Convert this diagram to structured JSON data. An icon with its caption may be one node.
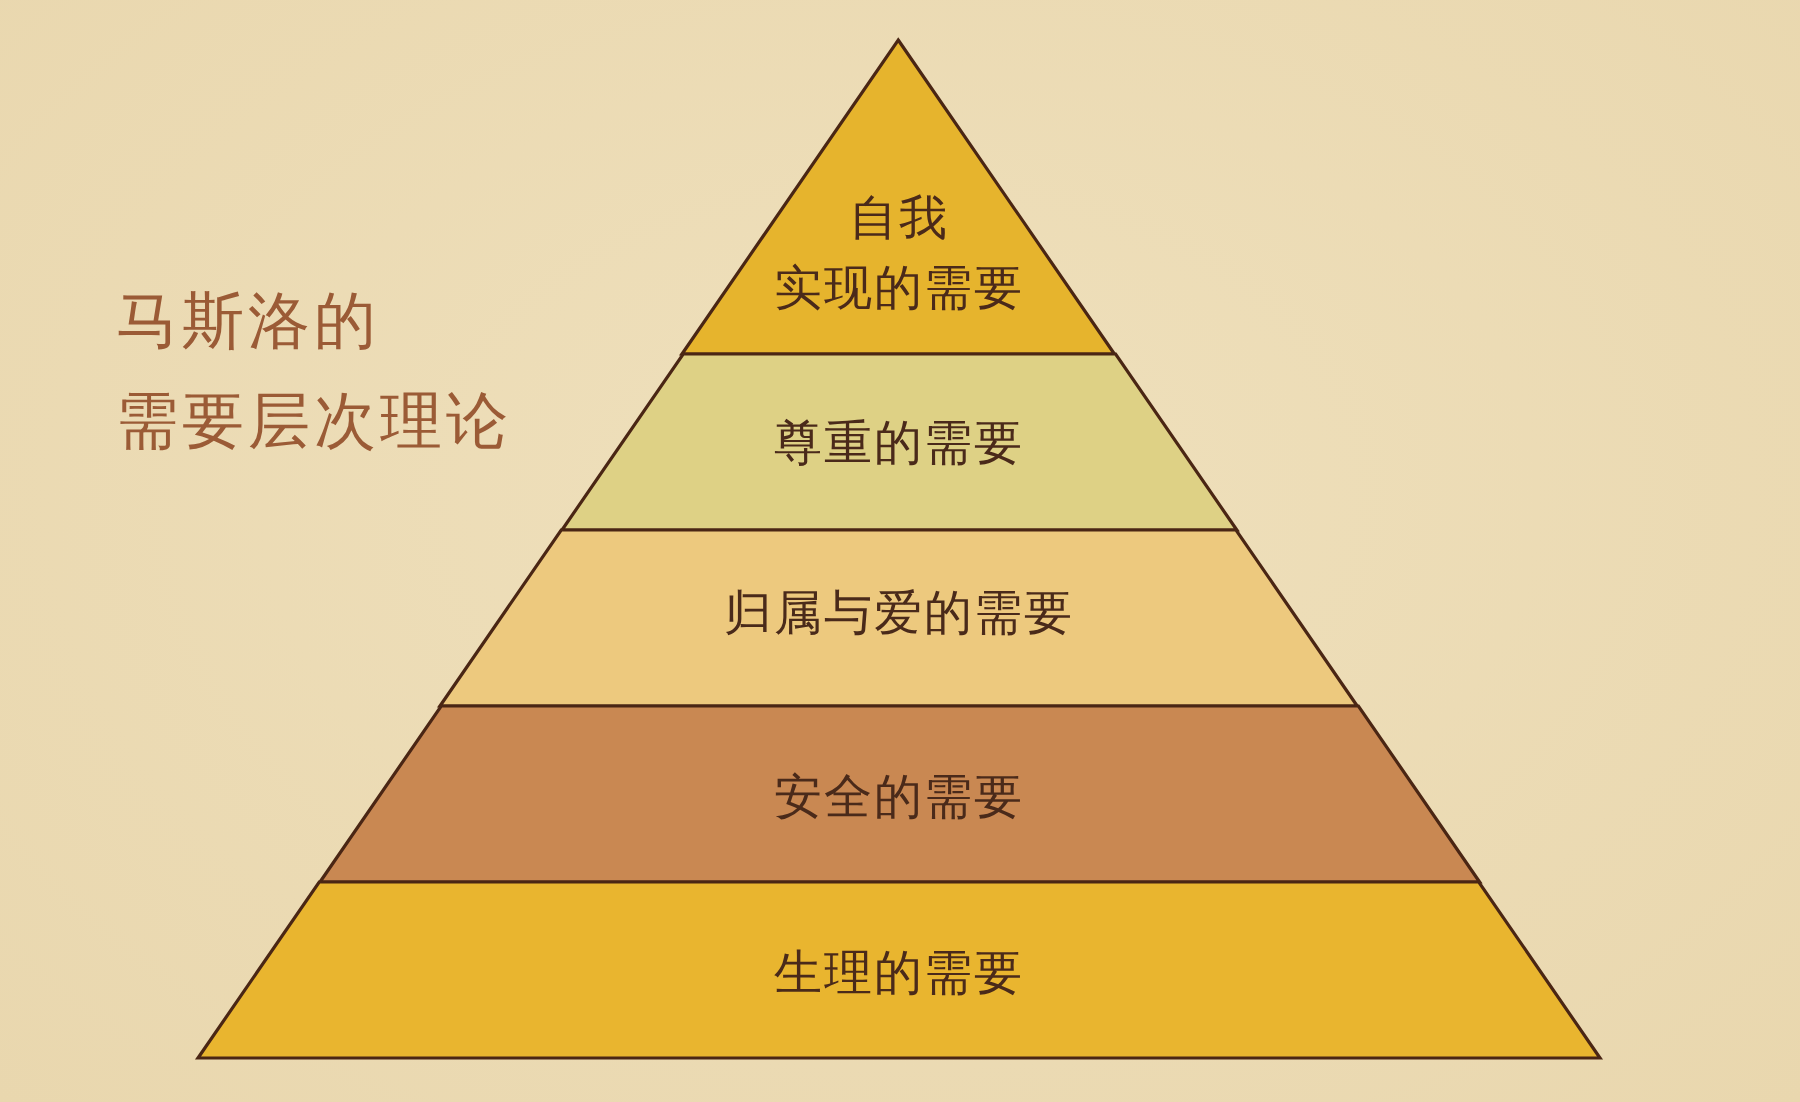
{
  "diagram": {
    "title": "马斯洛的需要层次理论",
    "nodes": [
      {
        "text": [
          "自我实现的需要"
        ]
      },
      {
        "text": [
          "尊重的需要"
        ]
      },
      {
        "text": [
          "归属与爱的需要"
        ]
      },
      {
        "text": [
          "安全的需要"
        ]
      },
      {
        "text": [
          "生理的需要"
        ]
      }
    ]
  }
}
